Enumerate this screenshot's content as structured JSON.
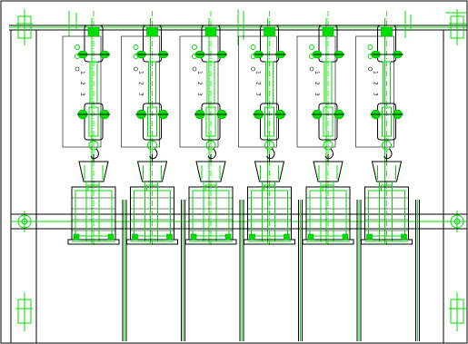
{
  "drawing": {
    "background": "#ffffff",
    "line_color": "#000000",
    "highlight_color": "#00dd00",
    "station_count": 6,
    "station_labels": [
      "1",
      "2",
      "3"
    ]
  }
}
